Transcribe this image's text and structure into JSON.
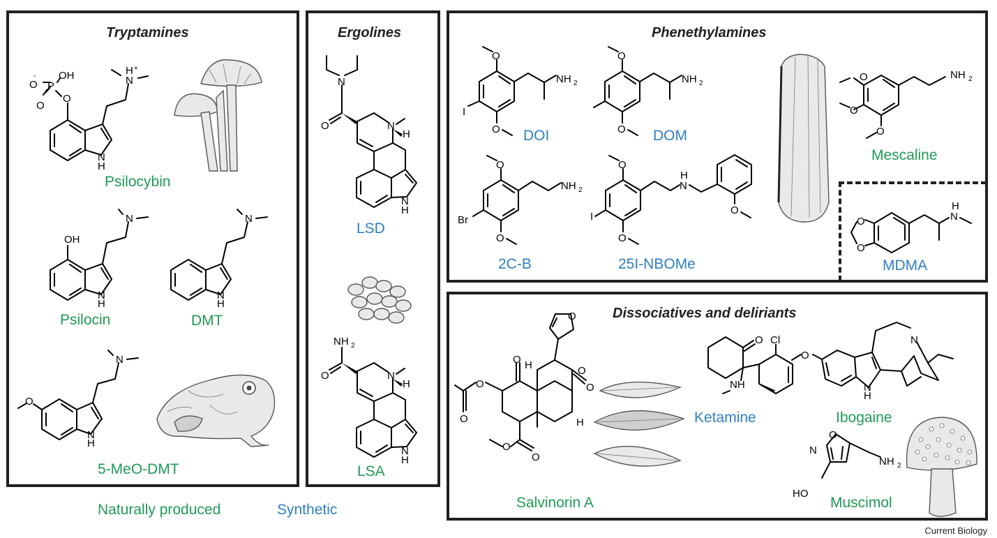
{
  "panels": {
    "tryptamines": {
      "title": "Tryptamines",
      "compounds": [
        {
          "name": "Psilocybin",
          "origin": "natural"
        },
        {
          "name": "Psilocin",
          "origin": "natural"
        },
        {
          "name": "DMT",
          "origin": "natural"
        },
        {
          "name": "5-MeO-DMT",
          "origin": "natural"
        }
      ],
      "illustrations": [
        "mushroom",
        "toad"
      ]
    },
    "ergolines": {
      "title": "Ergolines",
      "compounds": [
        {
          "name": "LSD",
          "origin": "synthetic"
        },
        {
          "name": "LSA",
          "origin": "natural"
        }
      ],
      "illustrations": [
        "seeds"
      ]
    },
    "phenethylamines": {
      "title": "Phenethylamines",
      "compounds": [
        {
          "name": "DOI",
          "origin": "synthetic"
        },
        {
          "name": "DOM",
          "origin": "synthetic"
        },
        {
          "name": "2C-B",
          "origin": "synthetic"
        },
        {
          "name": "25I-NBOMe",
          "origin": "synthetic"
        },
        {
          "name": "Mescaline",
          "origin": "natural"
        },
        {
          "name": "MDMA",
          "origin": "synthetic"
        }
      ],
      "illustrations": [
        "cactus"
      ]
    },
    "dissociatives": {
      "title": "Dissociatives and deliriants",
      "compounds": [
        {
          "name": "Salvinorin A",
          "origin": "natural"
        },
        {
          "name": "Ketamine",
          "origin": "synthetic"
        },
        {
          "name": "Ibogaine",
          "origin": "natural"
        },
        {
          "name": "Muscimol",
          "origin": "natural"
        }
      ],
      "illustrations": [
        "leaves",
        "fly-agaric-mushroom"
      ]
    }
  },
  "atoms": {
    "O": "O",
    "OH": "OH",
    "N": "N",
    "H": "H",
    "NH": "NH",
    "NH2": "NH",
    "two": "2",
    "P": "P",
    "plus": "+",
    "minus": "-",
    "I": "I",
    "Br": "Br",
    "Cl": "Cl",
    "HO": "HO"
  },
  "legend": {
    "natural_label": "Naturally produced",
    "synthetic_label": "Synthetic",
    "natural_color": "#1f9a55",
    "synthetic_color": "#2f7fc1"
  },
  "credit": "Current Biology"
}
